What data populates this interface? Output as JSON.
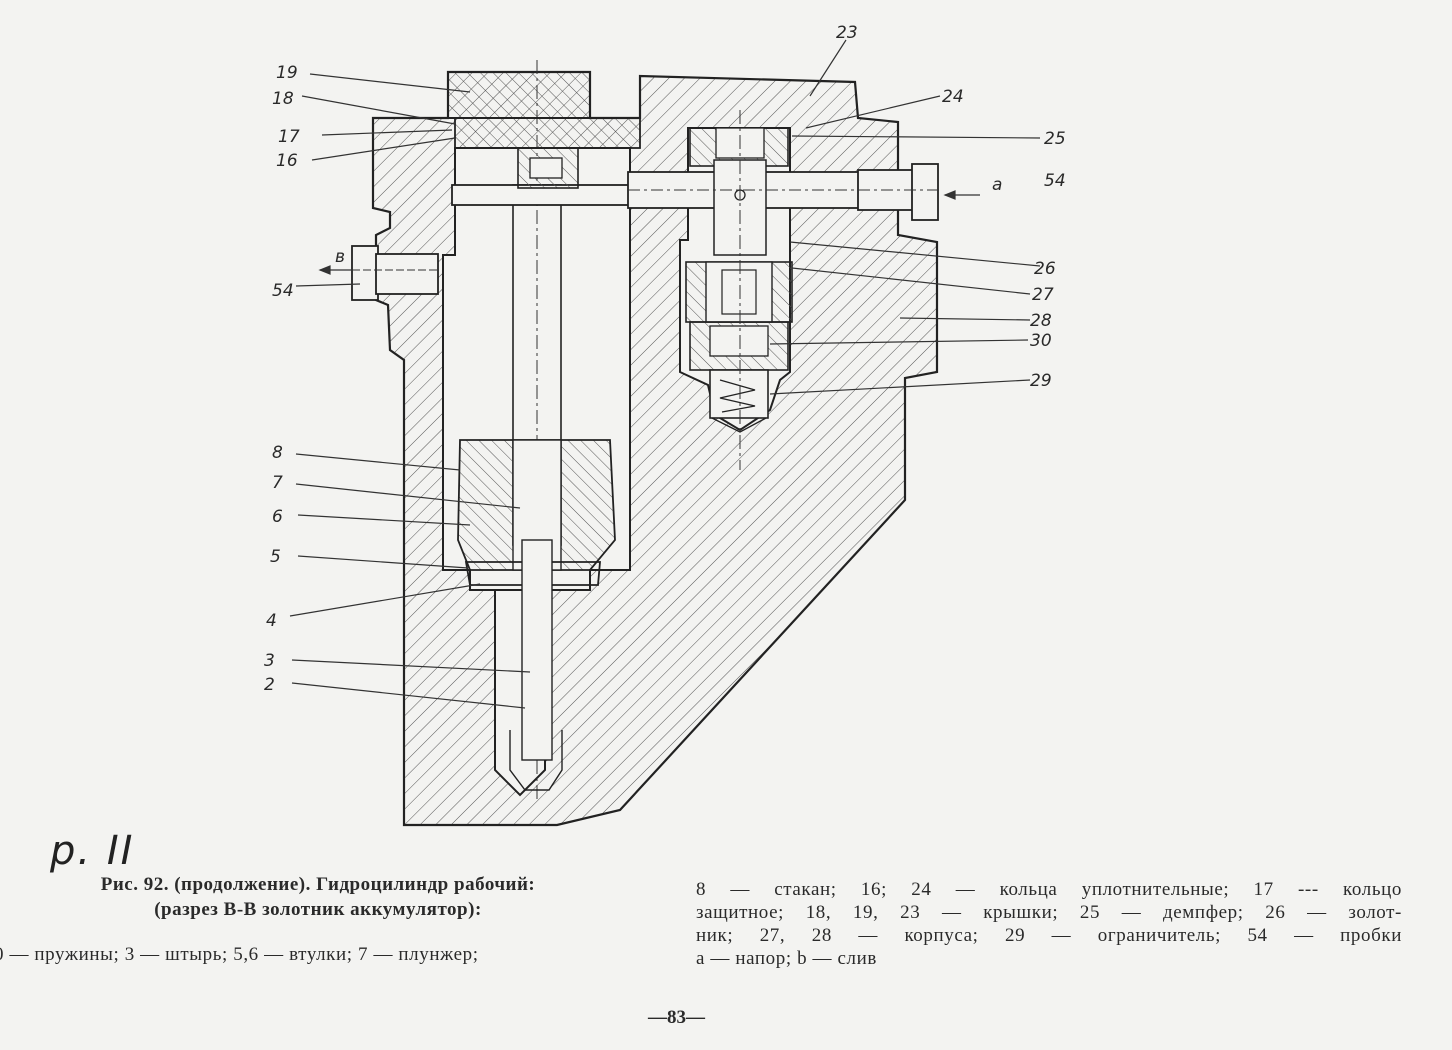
{
  "labels": {
    "l19": "19",
    "l18": "18",
    "l17": "17",
    "l16": "16",
    "l54left": "54",
    "lB": "в",
    "l8": "8",
    "l7": "7",
    "l6": "6",
    "l5": "5",
    "l4": "4",
    "l3": "3",
    "l2": "2",
    "l23": "23",
    "l24": "24",
    "l25": "25",
    "la": "а",
    "l54right": "54",
    "l26": "26",
    "l27": "27",
    "l28": "28",
    "l30": "30",
    "l29": "29"
  },
  "handnote": "p. II",
  "caption": {
    "title_line1": "Рис. 92. (продолжение). Гидроцилиндр рабочий:",
    "title_line2": "(разрез В-В золотник аккумулятор):",
    "left_line": "0 — пружины; 3 — штырь; 5,6 — втулки; 7 — плунжер;",
    "right_lines": [
      "8 — стакан; 16; 24 — кольца уплотнительные; 17 --- кольцо",
      "защитное; 18, 19, 23 — крышки; 25 — демпфер; 26 — золот-",
      "ник; 27, 28 — корпуса; 29 — ограничитель; 54 — пробки",
      "а — напор; b — слив"
    ]
  },
  "page_number": "—83—"
}
